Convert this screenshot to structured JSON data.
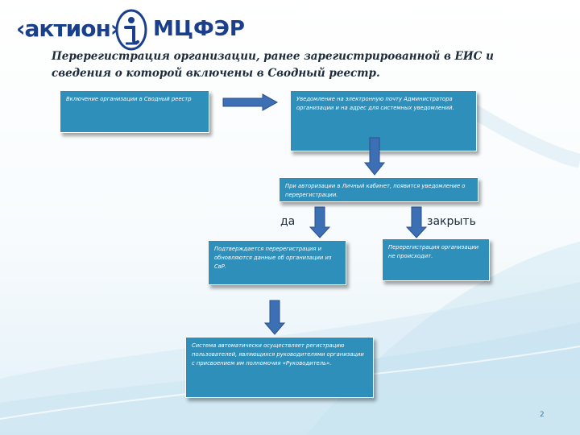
{
  "header": {
    "logo_left": "‹актион›",
    "logo_right": "МЦФЭР"
  },
  "title": "Перерегистрация организации, ранее зарегистрированной в ЕИС и сведения о которой включены в Сводный реестр.",
  "flow": {
    "box1": "Включение организации в Сводный реестр",
    "box2": "Уведомление на электронную почту Администратора организации и на адрес для системных уведомлений.",
    "box3": "При авторизации в Личный кабинет, появится уведомление о перерегистрации.",
    "box4": "Подтверждается перерегистрация и обновляются данные об организации из СвР.",
    "box5": "Перерегистрация организации не происходит.",
    "box6": "Система автоматически осуществляет регистрацию пользователей, являющихся руководителями организации с присвоением им полномочия «Руководитель».",
    "label_yes": "да",
    "label_close": "закрыть"
  },
  "page_number": "2",
  "colors": {
    "box_fill": "#2d8fba",
    "arrow_fill": "#3d6fb5",
    "logo": "#1b3f8b"
  }
}
